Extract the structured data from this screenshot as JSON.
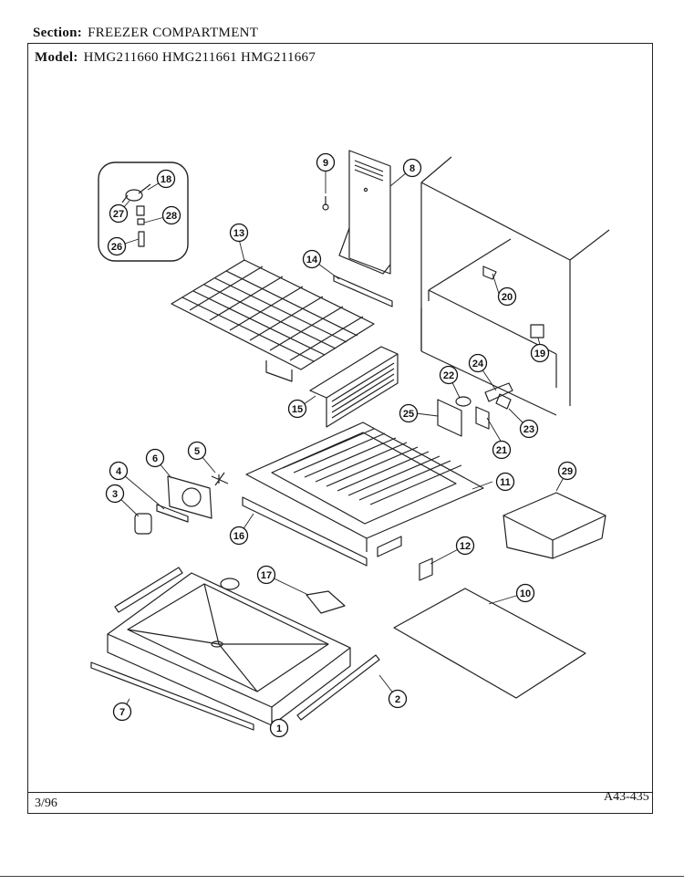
{
  "header": {
    "section_label": "Section:",
    "section_value": "FREEZER COMPARTMENT",
    "model_label": "Model:",
    "model_value": "HMG211660  HMG211661  HMG211667"
  },
  "footer": {
    "date": "3/96",
    "page_code": "A43-435"
  },
  "callouts": [
    "1",
    "2",
    "3",
    "4",
    "5",
    "6",
    "7",
    "8",
    "9",
    "10",
    "11",
    "12",
    "13",
    "14",
    "15",
    "16",
    "17",
    "18",
    "19",
    "20",
    "21",
    "22",
    "23",
    "24",
    "25",
    "26",
    "27",
    "28",
    "29"
  ]
}
